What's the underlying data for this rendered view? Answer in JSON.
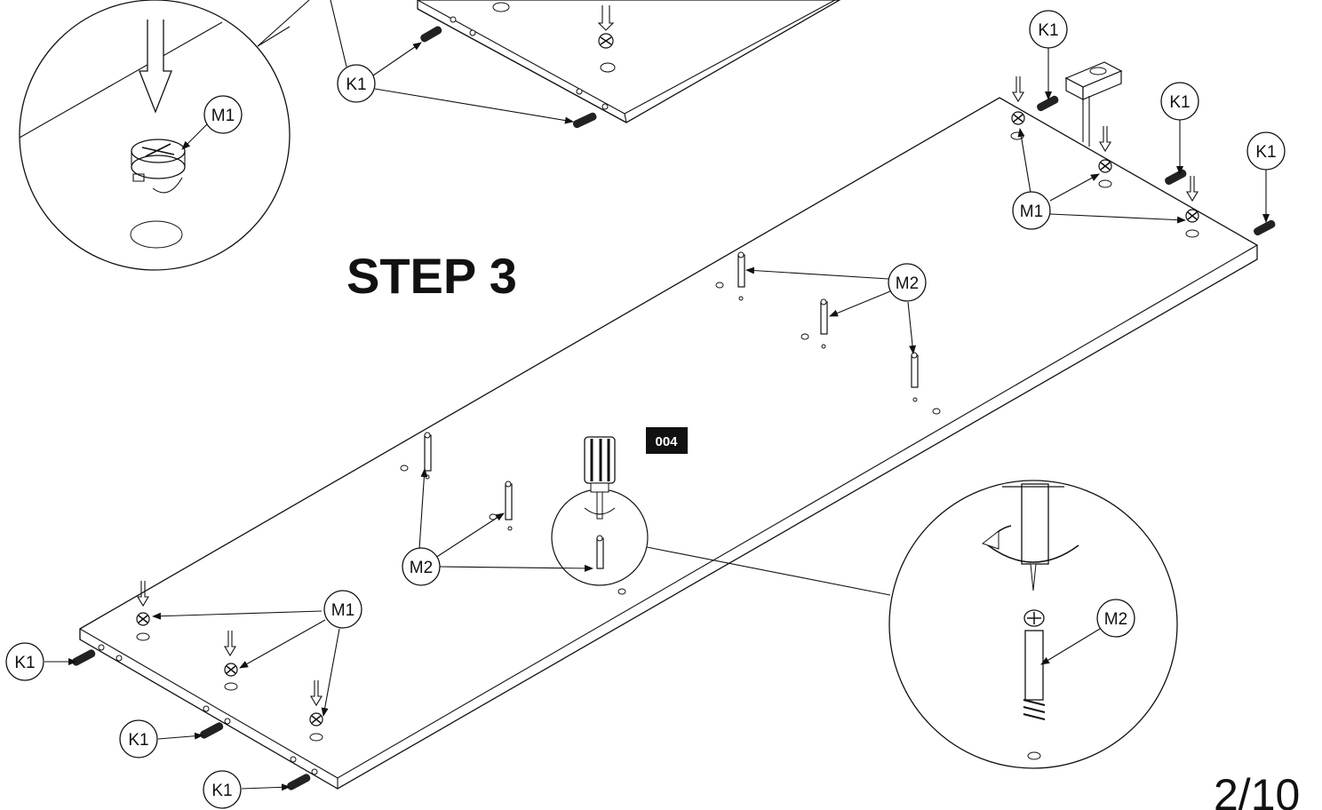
{
  "step_title": "STEP 3",
  "part_code": "004",
  "page_number": "2/10",
  "labels": {
    "k1": "K1",
    "m1": "M1",
    "m2": "M2"
  },
  "colors": {
    "ink": "#111111",
    "background": "#ffffff",
    "badge": "#111111"
  }
}
